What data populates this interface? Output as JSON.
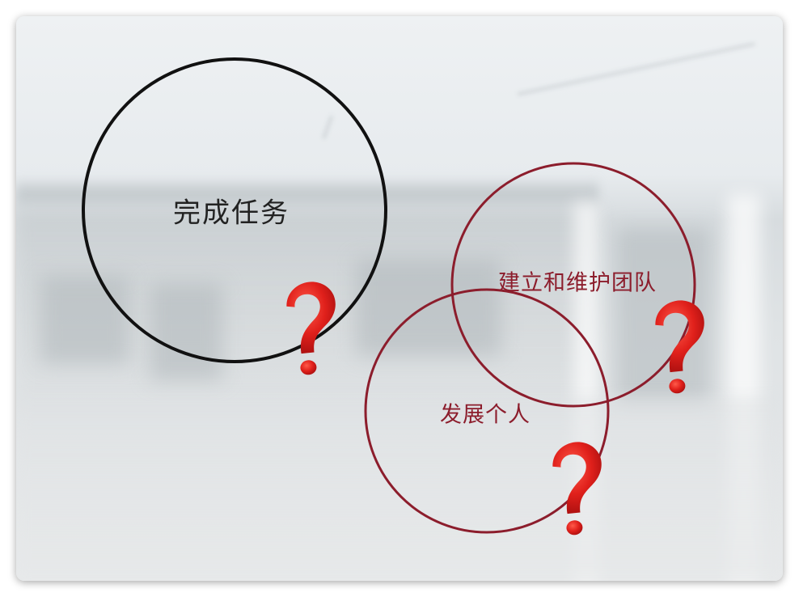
{
  "labels": {
    "task": "完成任务",
    "team": "建立和维护团队",
    "individual": "发展个人"
  },
  "colors": {
    "task_circle": "#111111",
    "team_circle": "#8c1d2c",
    "individual_circle": "#8c1d2c",
    "question_mark": "#e0201b",
    "label_red": "#8c1d2c",
    "label_dark": "#222222"
  },
  "icons": {
    "question_mark": "red-question-mark-icon"
  }
}
